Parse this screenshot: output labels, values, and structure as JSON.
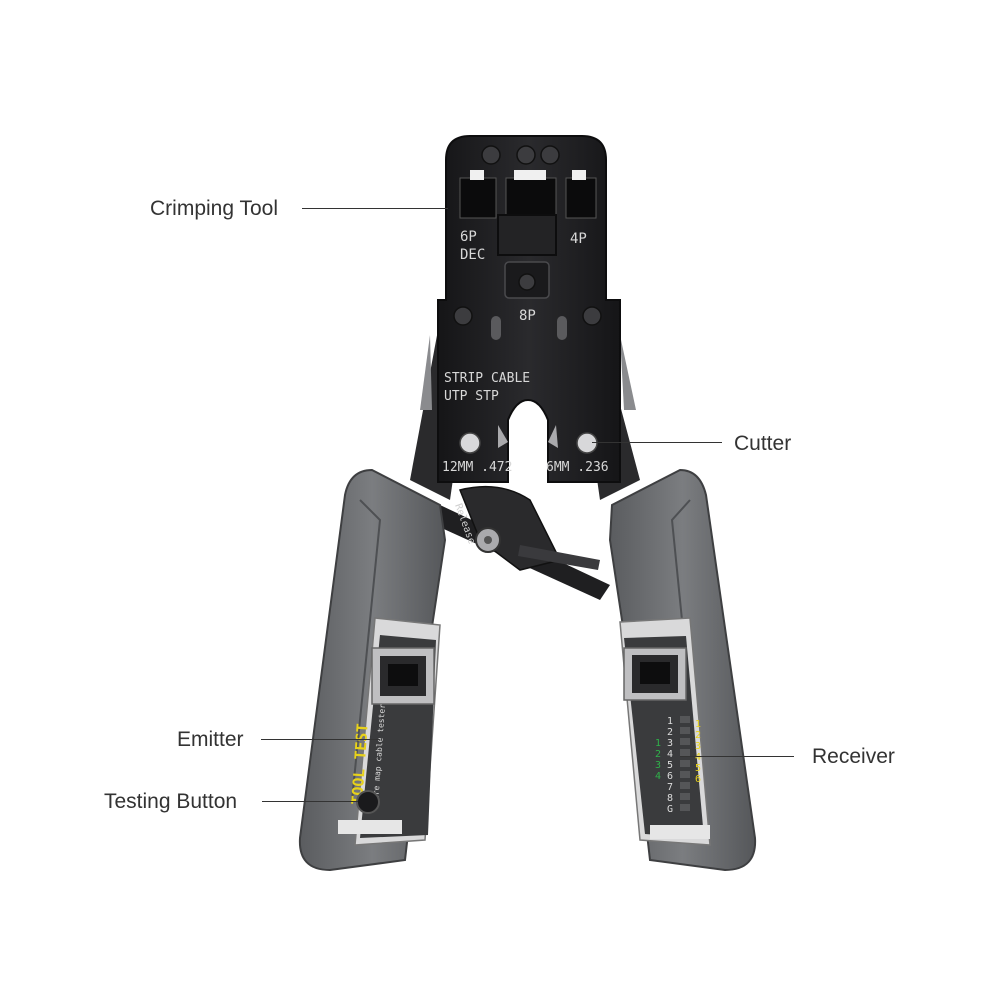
{
  "labels": {
    "crimping_tool": "Crimping Tool",
    "cutter": "Cutter",
    "emitter": "Emitter",
    "receiver": "Receiver",
    "testing_button": "Testing Button"
  },
  "die_markings": {
    "six_p": "6P",
    "dec": "DEC",
    "four_p": "4P",
    "eight_p": "8P",
    "strip_cable": "STRIP CABLE",
    "utp_stp": "UTP STP",
    "size_12mm": "12MM .472",
    "size_6mm": "6MM .236",
    "release": "Release"
  },
  "tester": {
    "brand": "TOOL TEST",
    "subtitle": "Wire map cable tester",
    "left_numbers": [
      "1",
      "2",
      "3",
      "4"
    ],
    "center_numbers": [
      "1",
      "2",
      "3",
      "4",
      "5",
      "6",
      "7",
      "8",
      "G"
    ],
    "right_numbers": [
      "1",
      "2",
      "3",
      "4",
      "5",
      "6"
    ]
  },
  "colors": {
    "metal": "#1c1c1e",
    "handle": "#6b6d70",
    "tester_panel": "#3a3b3d",
    "accent_yellow": "#e8d21a",
    "accent_green": "#2fb24a"
  }
}
